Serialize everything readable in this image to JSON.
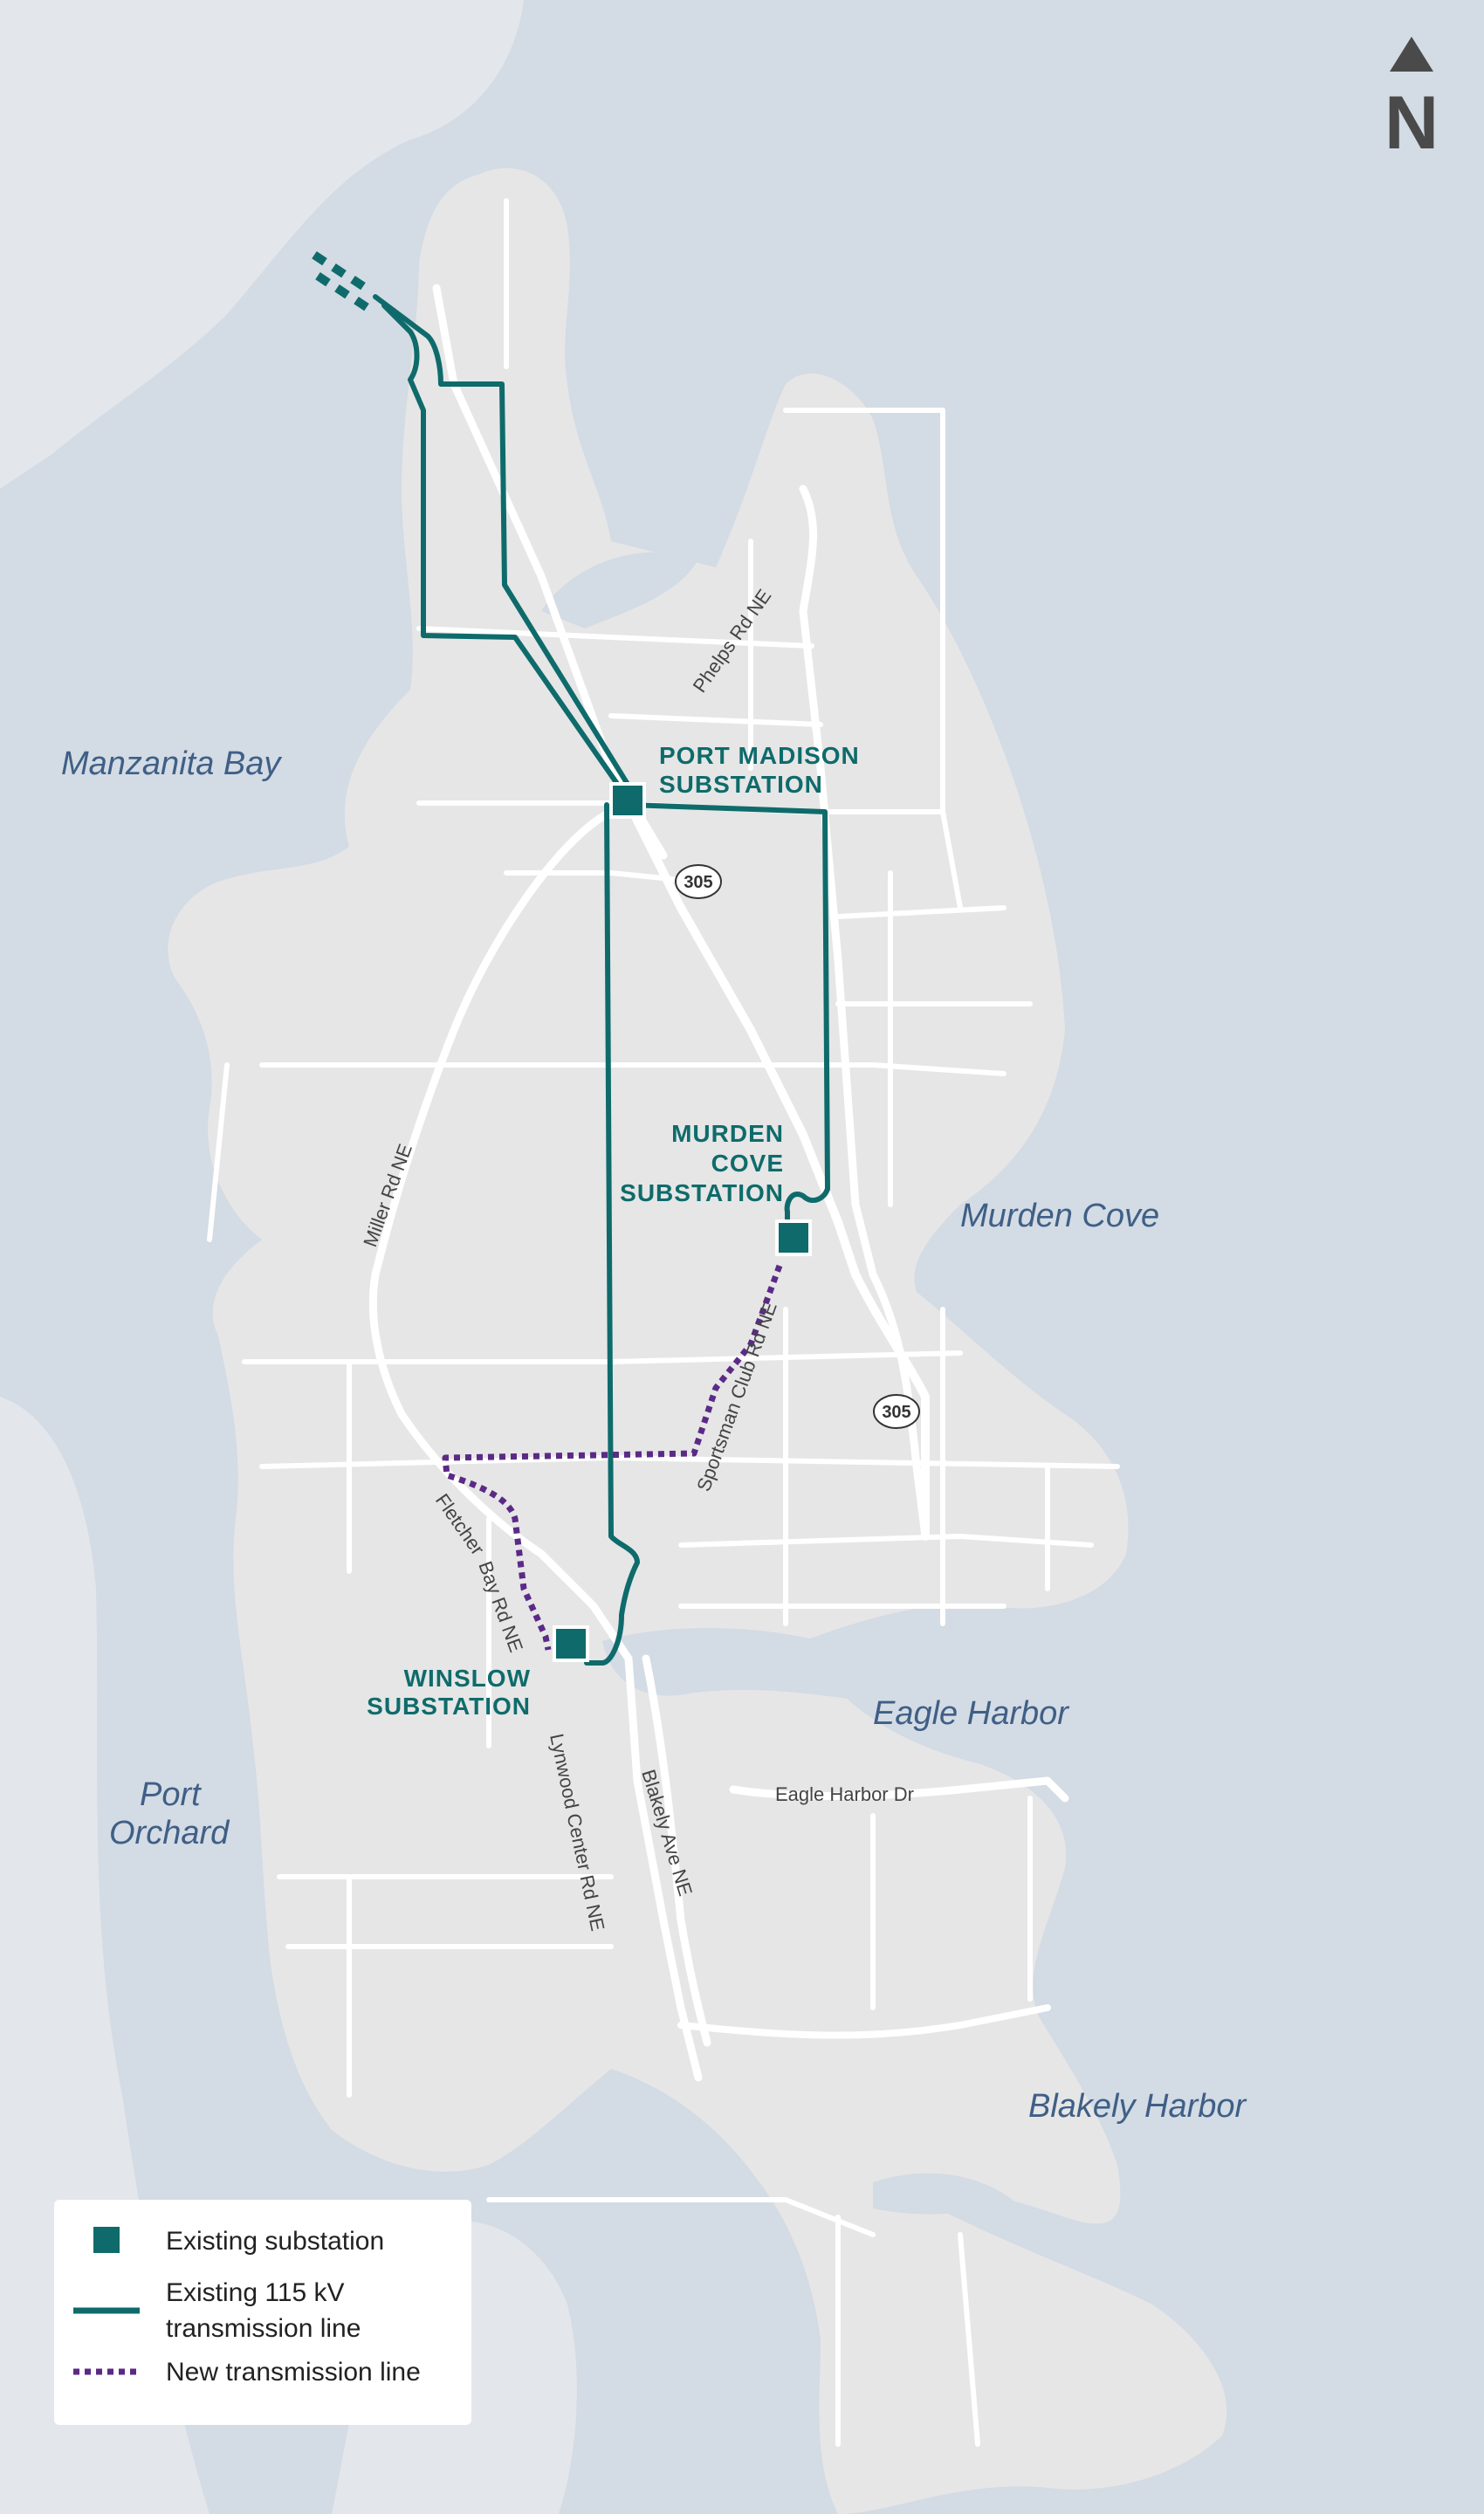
{
  "colors": {
    "water": "#d3dbe4",
    "land": "#e6e6e6",
    "road": "#ffffff",
    "existing_line": "#0f6b6b",
    "new_line": "#5b2a86",
    "substation": "#0f6b6b"
  },
  "north_arrow": {
    "label": "N",
    "icon": "north-arrow-icon"
  },
  "water_labels": {
    "manzanita_bay": "Manzanita Bay",
    "murden_cove": "Murden Cove",
    "eagle_harbor": "Eagle Harbor",
    "port_orchard_line1": "Port",
    "port_orchard_line2": "Orchard",
    "blakely_harbor": "Blakely Harbor"
  },
  "substations": {
    "port_madison_line1": "PORT MADISON",
    "port_madison_line2": "SUBSTATION",
    "murden_cove_line1": "MURDEN",
    "murden_cove_line2": "COVE",
    "murden_cove_line3": "SUBSTATION",
    "winslow_line1": "WINSLOW",
    "winslow_line2": "SUBSTATION"
  },
  "road_labels": {
    "phelps": "Phelps Rd NE",
    "miller": "Miller Rd NE",
    "sportsman": "Sportsman Club Rd NE",
    "fletcher_line1": "Fletcher",
    "fletcher_line2": "Bay Rd NE",
    "lynwood": "Lynwood Center Rd NE",
    "blakely_ave": "Blakely Ave NE",
    "eagle_harbor_dr": "Eagle Harbor Dr"
  },
  "highway_shields": {
    "north": "305",
    "south": "305"
  },
  "legend": {
    "existing_substation": "Existing substation",
    "existing_line_1": "Existing 115 kV",
    "existing_line_2": "transmission line",
    "new_line": "New transmission line"
  }
}
